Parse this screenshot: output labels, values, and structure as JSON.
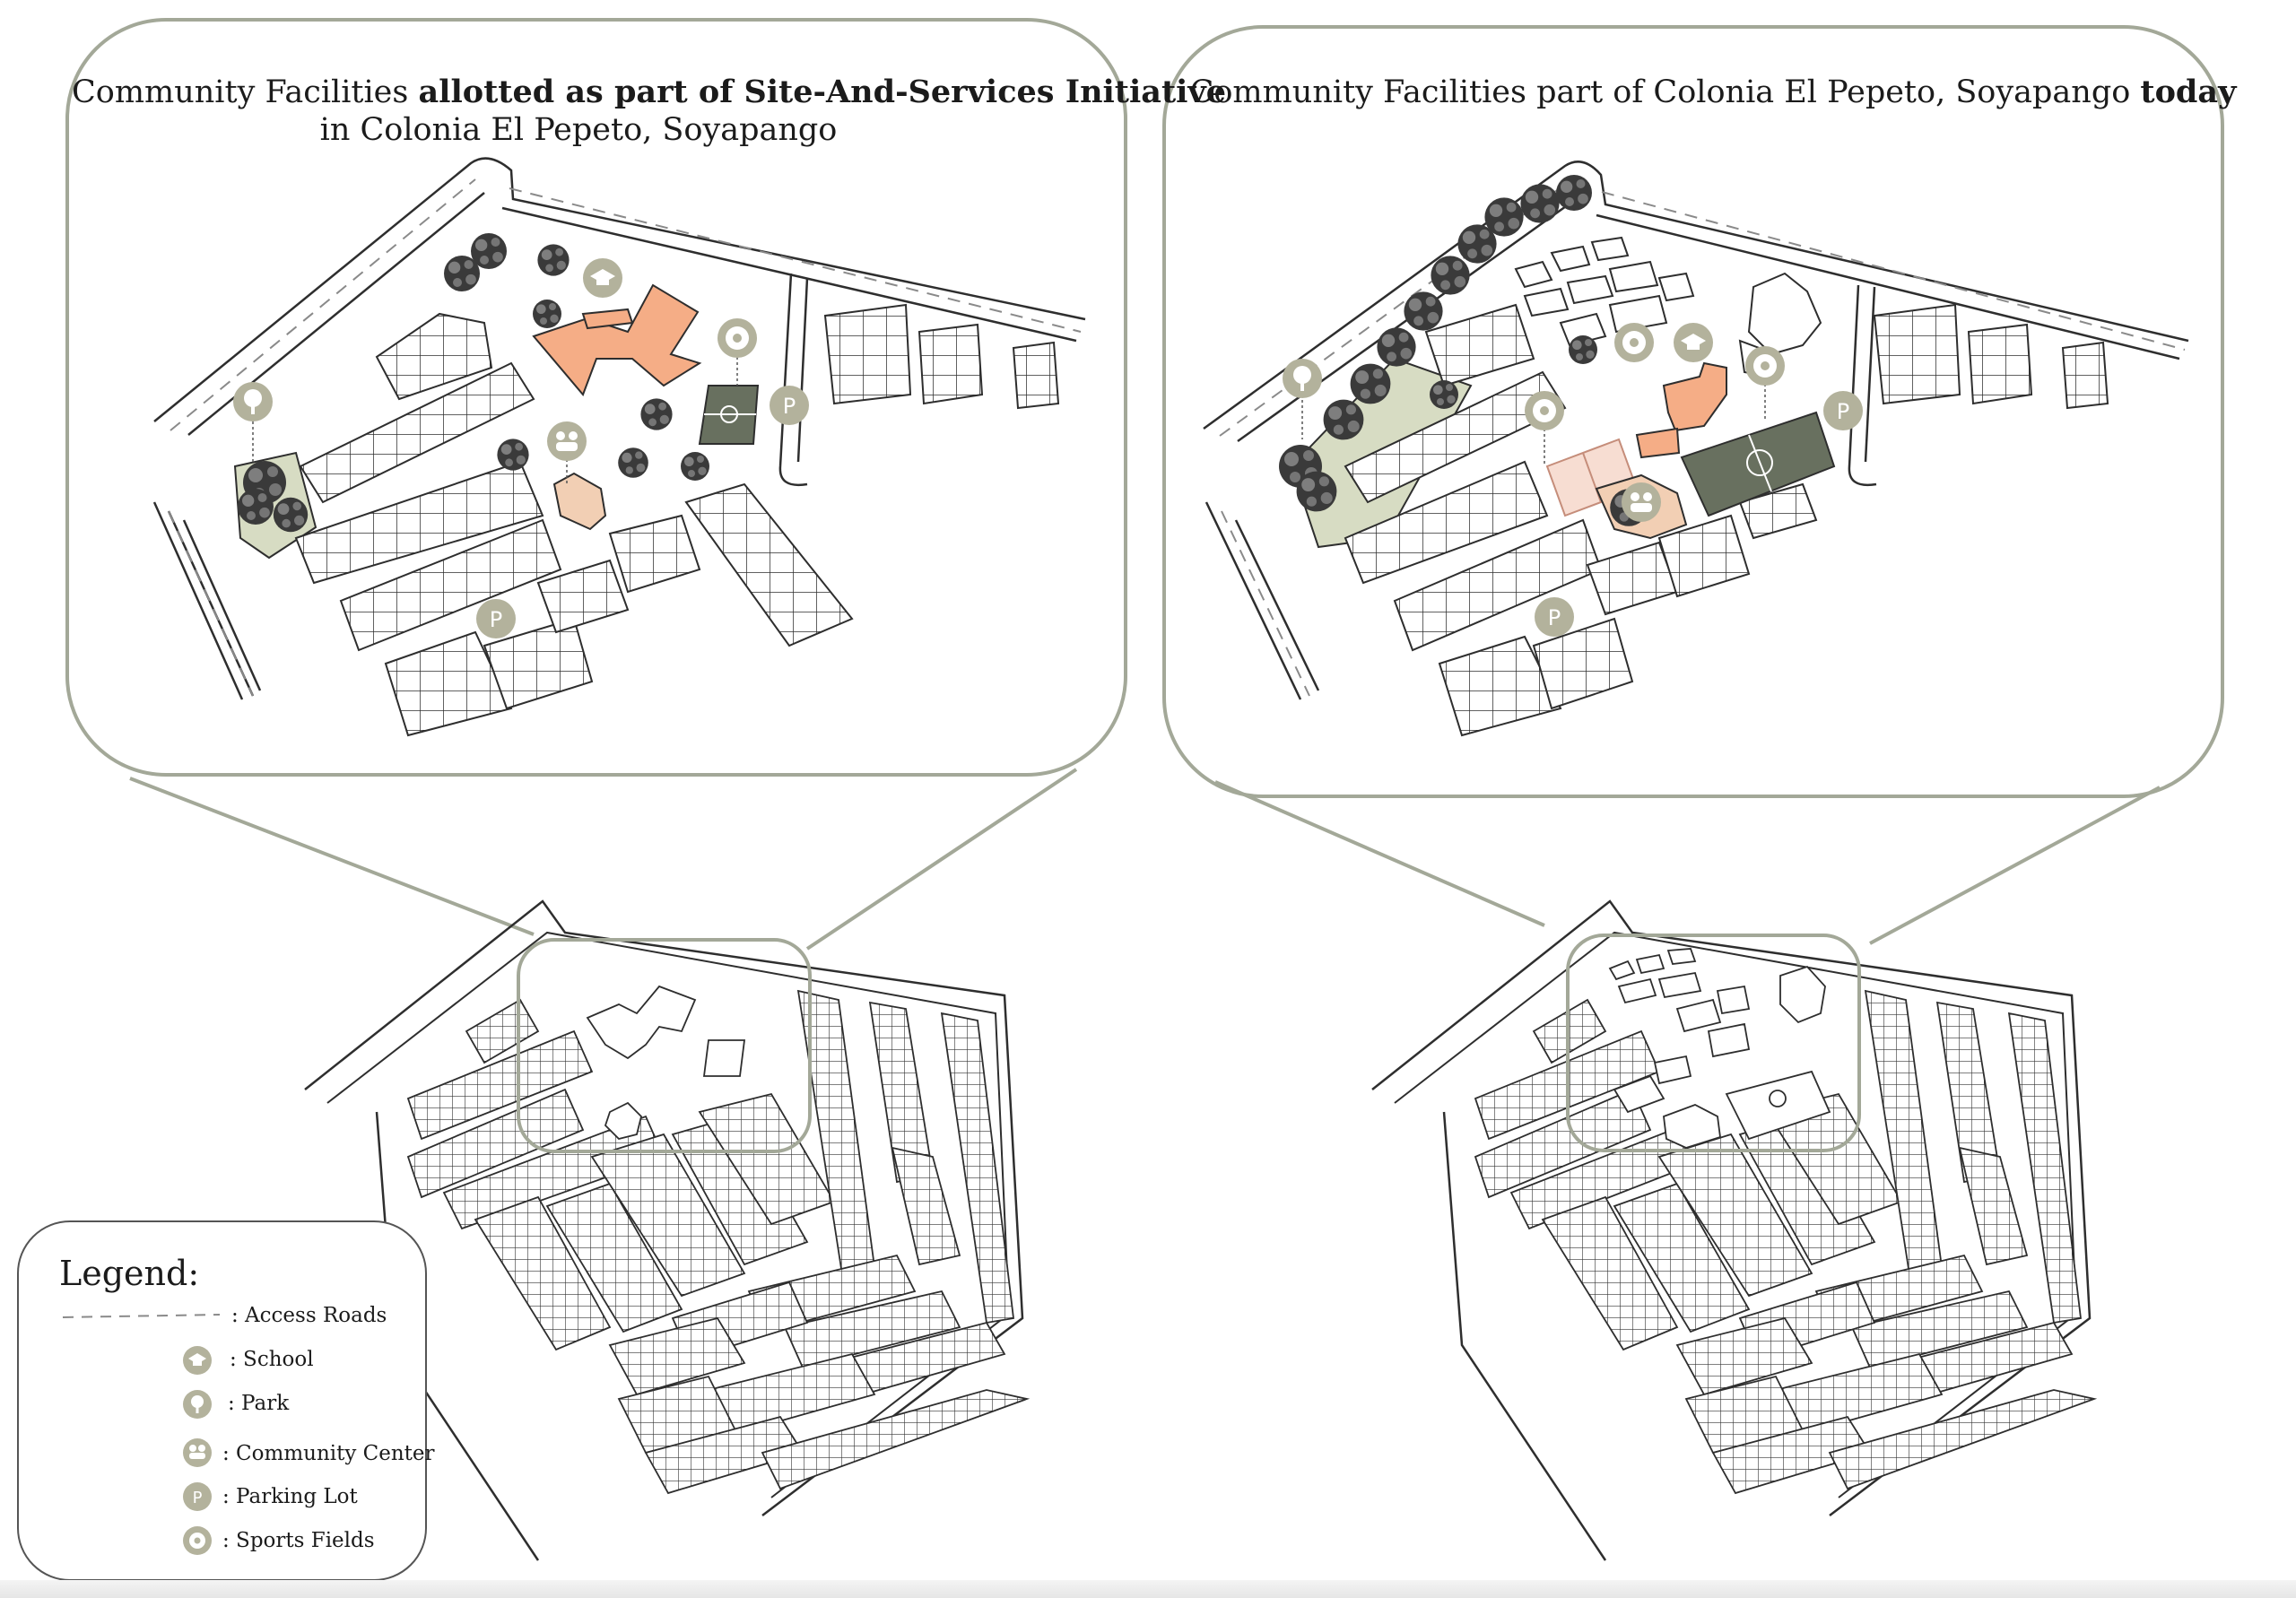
{
  "left_panel": {
    "title_pre": "Community Facilities ",
    "title_bold": "allotted as part of Site-And-Services Initiative",
    "title_line2": "in Colonia El Pepeto, Soyapango"
  },
  "right_panel": {
    "title_pre": "Community Facilities part of Colonia El Pepeto, Soyapango ",
    "title_bold": "today"
  },
  "legend": {
    "title": "Legend:",
    "items": [
      {
        "label": ": Access Roads",
        "icon": "dashed-line"
      },
      {
        "label": ": School",
        "icon": "school-icon"
      },
      {
        "label": ": Park",
        "icon": "park-icon"
      },
      {
        "label": ": Community Center",
        "icon": "community-center-icon"
      },
      {
        "label": ": Parking Lot",
        "icon": "parking-icon"
      },
      {
        "label": ": Sports Fields",
        "icon": "sports-field-icon"
      }
    ]
  },
  "icon_glyphs": {
    "parking": "P"
  },
  "colors": {
    "outline": "#a3a898",
    "icon_fill": "#b3b29c",
    "school_building": "#f5ad86",
    "community_building": "#f2cfb4",
    "court_fill": "#f7ddd2",
    "sports_field": "#68705f",
    "park_fill": "#d7dcc3",
    "tree": "#3a3a3a"
  }
}
